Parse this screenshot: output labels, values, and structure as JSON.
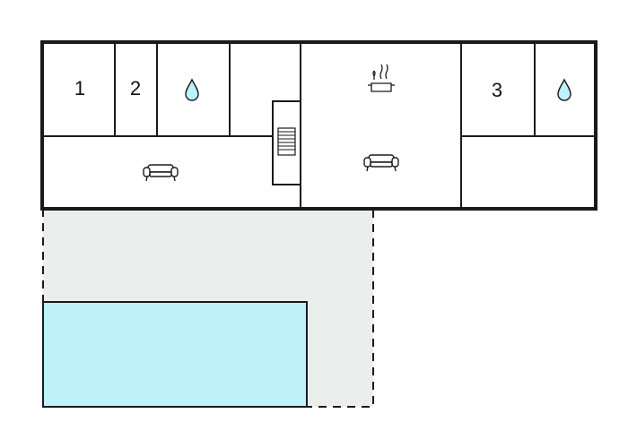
{
  "rooms": {
    "bedroom_1": {
      "label": "1"
    },
    "bedroom_2": {
      "label": "2"
    },
    "bedroom_3": {
      "label": "3"
    }
  },
  "icons": {
    "bathroom_left": "water-drop-icon",
    "bathroom_right": "water-drop-icon",
    "kitchen": "cooking-pot-icon",
    "living_left": "sofa-icon",
    "living_center": "sofa-icon",
    "stairs": "stairs-icon"
  },
  "colors": {
    "walls": "#1a1a1a",
    "terrace": "#ebeeed",
    "pool": "#bdf2fb",
    "background": "#ffffff"
  }
}
